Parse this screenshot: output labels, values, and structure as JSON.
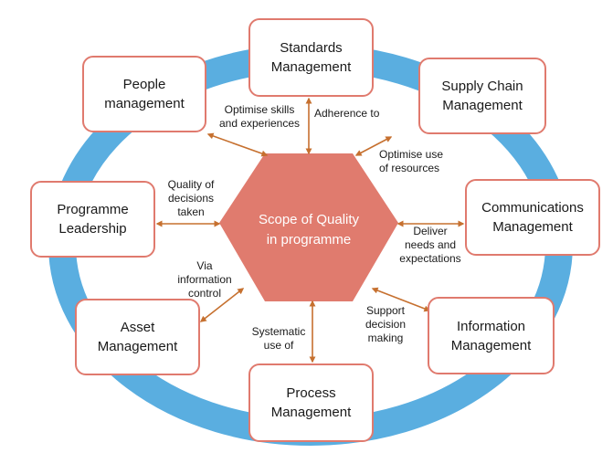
{
  "center": {
    "label": "Scope of Quality\nin programme",
    "fill": "#e07b6e"
  },
  "colors": {
    "ring": "#5aaee0",
    "node_border": "#e07a6e",
    "arrow": "#c6702f"
  },
  "nodes": {
    "standards": "Standards\nManagement",
    "people": "People\nmanagement",
    "supply_chain": "Supply Chain\nManagement",
    "programme_leadership": "Programme\nLeadership",
    "communications": "Communications\nManagement",
    "asset": "Asset\nManagement",
    "information": "Information\nManagement",
    "process": "Process\nManagement"
  },
  "labels": {
    "optimise_skills": "Optimise skills\nand experiences",
    "adherence": "Adherence to",
    "optimise_resources": "Optimise use\nof resources",
    "quality_decisions": "Quality of\ndecisions\ntaken",
    "deliver_needs": "Deliver\nneeds and\nexpectations",
    "via_information": "Via\ninformation\ncontrol",
    "support_decision": "Support\ndecision\nmaking",
    "systematic_use": "Systematic\nuse of"
  }
}
